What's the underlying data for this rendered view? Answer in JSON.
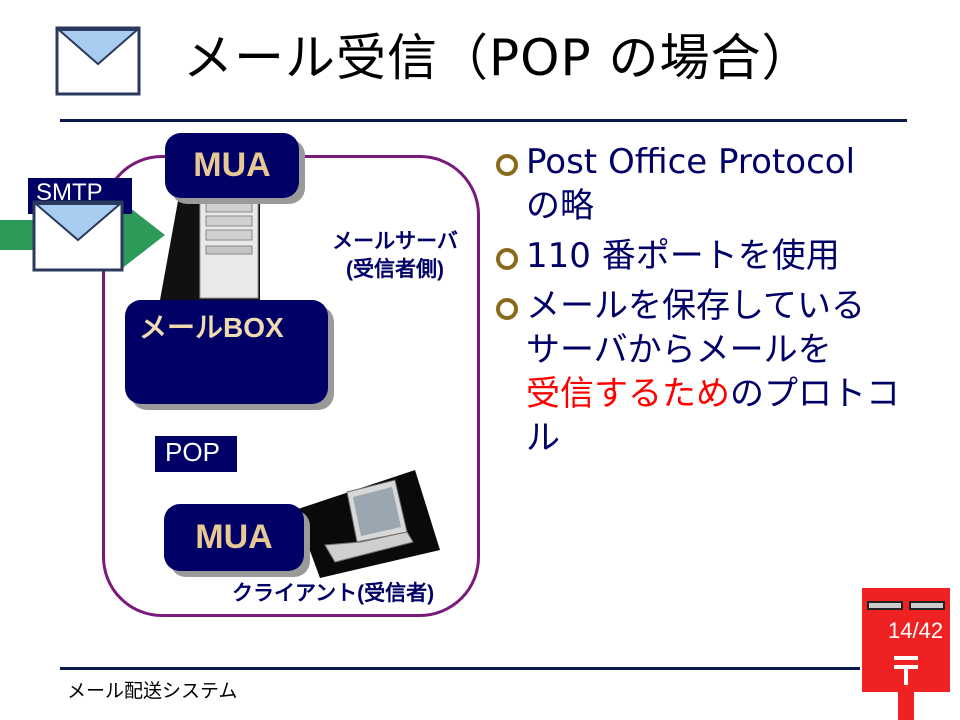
{
  "title": "メール受信（POP の場合）",
  "diagram": {
    "mua_top": "MUA",
    "mua_bottom": "MUA",
    "mailbox": "メールBOX",
    "server_label_line1": "メールサーバ",
    "server_label_line2": "(受信者側)",
    "client_label": "クライアント(受信者)",
    "pop": "POP",
    "smtp": "SMTP",
    "icons": [
      "envelope-icon",
      "server-tower-icon",
      "laptop-icon",
      "arrow-right-icon",
      "mailbox-post-icon"
    ]
  },
  "bullets": {
    "b1_line1": "Post Office Protocol",
    "b1_line2": "の略",
    "b2": "110 番ポートを使用",
    "b3_line1": "メールを保存している",
    "b3_line2": "サーバからメールを",
    "b3_red": "受信するため",
    "b3_after_red": "のプロトコ",
    "b3_line4": "ル"
  },
  "footer": {
    "text": "メール配送システム",
    "page": "14/42"
  },
  "colors": {
    "navy": "#000066",
    "purple_outline": "#7a1a7a",
    "accent_red": "#ff0000",
    "postbox_red": "#ee2222",
    "arrow_green": "#2e9a5a"
  }
}
